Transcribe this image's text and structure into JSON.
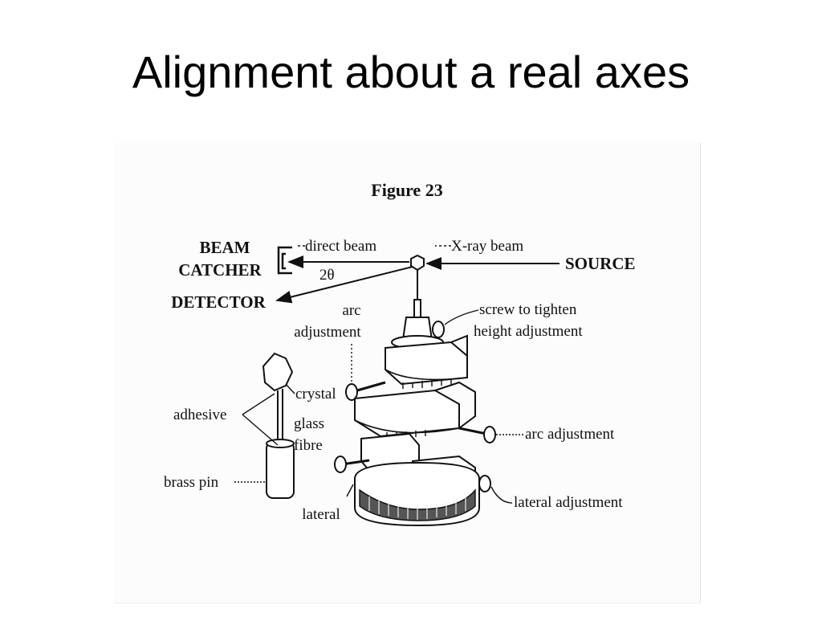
{
  "slide": {
    "title": "Alignment about a real axes"
  },
  "figure": {
    "caption": "Figure 23",
    "labels": {
      "beam_catcher_1": "BEAM",
      "beam_catcher_2": "CATCHER",
      "detector": "DETECTOR",
      "direct_beam": "direct beam",
      "two_theta": "2θ",
      "xray_beam": "X-ray beam",
      "source": "SOURCE",
      "arc_adjustment_top_1": "arc",
      "arc_adjustment_top_2": "adjustment",
      "screw_1": "screw to tighten",
      "screw_2": "height adjustment",
      "crystal": "crystal",
      "adhesive": "adhesive",
      "glass": "glass",
      "fibre": "fibre",
      "brass_pin": "brass pin",
      "arc_adjustment_right": "arc adjustment",
      "lateral": "lateral",
      "lateral_adjustment": "lateral adjustment"
    }
  }
}
